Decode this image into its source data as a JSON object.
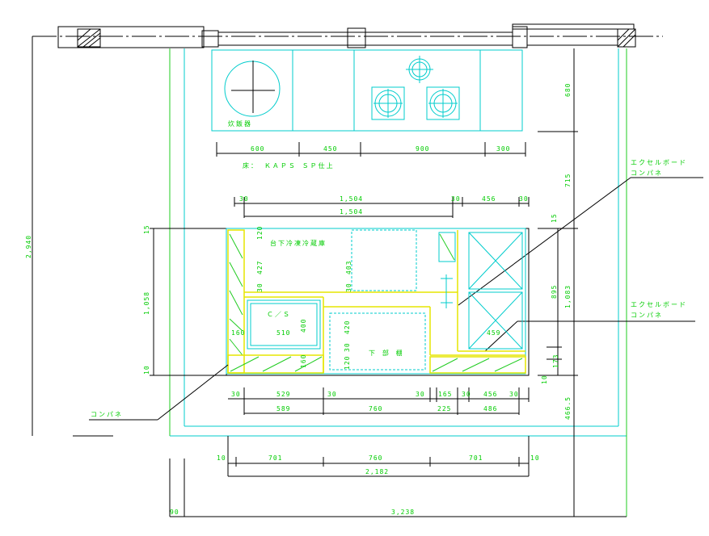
{
  "labels": {
    "cooktop": "炊飯器",
    "floor_note": "床： ＫＡＰＳ ＳＰ仕上",
    "excel_board_1": "エクセルボード",
    "conpane_1": "コンパネ",
    "excel_board_2": "エクセルボード",
    "conpane_2": "コンパネ",
    "under_fridge": "台下冷凍冷蔵庫",
    "cs": "Ｃ／Ｓ",
    "lower_shelf": "下 部 棚",
    "conpane_left": "コンパネ"
  },
  "dims": {
    "top_600": "600",
    "top_450": "450",
    "top_900": "900",
    "top_300": "300",
    "r_680": "680",
    "r_715": "715",
    "r_15": "15",
    "r_895": "895",
    "r_1083": "1,083",
    "r_173": "173",
    "r_10": "10",
    "r_4665": "466.5",
    "row1_30a": "30",
    "row1_1504": "1,504",
    "row1_30b": "30",
    "row1_456": "456",
    "row1_30c": "30",
    "row2_1504": "1,504",
    "left_2940": "2,940",
    "left_1058": "1,058",
    "left_15": "15",
    "left_10": "10",
    "v_120": "120",
    "v_427": "427",
    "v_30a": "30",
    "v_403": "403",
    "v_30b": "30",
    "h_510": "510",
    "v_400": "400",
    "h_160": "160",
    "v_420": "420",
    "v_30c": "30",
    "v_120b": "120",
    "v_160": "160",
    "h_459": "459",
    "b1_30a": "30",
    "b1_529": "529",
    "b1_30b": "30",
    "b1_30c": "30",
    "b1_165": "165",
    "b1_30d": "30",
    "b1_456": "456",
    "b1_30e": "30",
    "b2_589": "589",
    "b2_760": "760",
    "b2_225": "225",
    "b2_486": "486",
    "b3_10a": "10",
    "b3_701a": "701",
    "b3_760": "760",
    "b3_701b": "701",
    "b3_10b": "10",
    "b4_2182": "2,182",
    "b5_90": "90",
    "b5_3238": "3,238"
  }
}
